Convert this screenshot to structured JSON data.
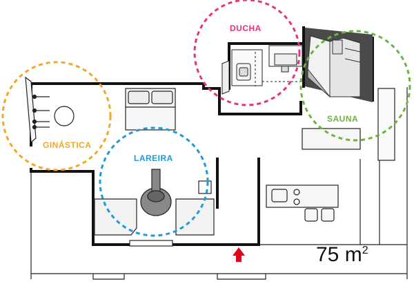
{
  "plan": {
    "area_value": "75 m",
    "area_exponent": "2"
  },
  "zones": {
    "ducha": {
      "label": "DUCHA",
      "color": "#e8307f"
    },
    "sauna": {
      "label": "SAUNA",
      "color": "#6db33f"
    },
    "ginastica": {
      "label": "GINÁSTICA",
      "color": "#f5a623"
    },
    "lareira": {
      "label": "LAREIRA",
      "color": "#1e9ad6"
    }
  },
  "colors": {
    "wall": "#111111",
    "line": "#222222",
    "fill_light": "#eeeeee",
    "fill_mid": "#bdbdbd",
    "fill_dark": "#888888",
    "fill_darkest": "#4a4a4a",
    "entry_arrow": "#e3001b"
  },
  "icons": {
    "entry": "red-arrow-up-icon"
  }
}
